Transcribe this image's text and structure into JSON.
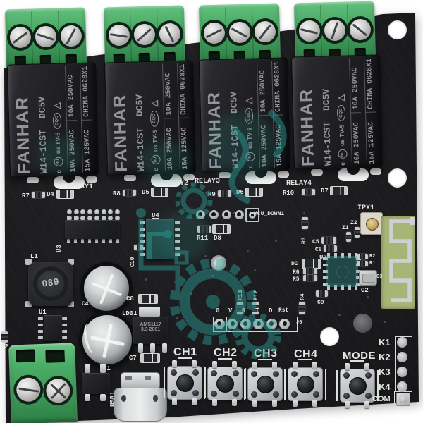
{
  "colors": {
    "background": "#ffffff",
    "pcb": "#1a1a1d",
    "silkscreen": "#e8e8e6",
    "terminal_green": "#42a45e",
    "relay_black": "#1f1f23",
    "relay_text_gray": "#97979c",
    "button_metal": "#c6c8ca",
    "antenna_pcb_green": "#a9b477",
    "watermark_teal": "#2aa198",
    "solder_silver": "#c2c5c7",
    "ipx_gold": "#c6a75e"
  },
  "relay_channels": [
    {
      "relay_label": "RELAY1",
      "resistor_ref": "R7",
      "diode_ref": "D4"
    },
    {
      "relay_label": "RELAY2",
      "resistor_ref": "R8",
      "diode_ref": "D5"
    },
    {
      "relay_label": "RELAY3",
      "resistor_ref": "R9",
      "diode_ref": "D6"
    },
    {
      "relay_label": "RELAY4",
      "resistor_ref": "R10",
      "diode_ref": "D7"
    }
  ],
  "relay_print": {
    "brand": "FANHAR",
    "model": "W14-1CST",
    "coil": "DC5V",
    "cert_prefix": "c",
    "ul_mark": "RU",
    "cert_text": "us TV-5",
    "cqc_mark": "CQC",
    "tri_mark": "△",
    "rating_row1_left": "10A 250VAC",
    "rating_row1_right": "10A 250VAC",
    "rating_row2_left": "15A 125VAC",
    "rating_row2_right": "CHINA 0628X1"
  },
  "buttons": [
    {
      "label": "CH1"
    },
    {
      "label": "CH2"
    },
    {
      "label": "CH3"
    },
    {
      "label": "CH4"
    },
    {
      "label": "MODE"
    }
  ],
  "uart_header": {
    "ref": "J6",
    "pins": [
      "G",
      "V",
      "R",
      "T",
      "D",
      "Rst"
    ]
  },
  "output_pads": [
    "K1",
    "K2",
    "K3",
    "K4",
    "COM"
  ],
  "regulator": {
    "ref": "LD01",
    "line1": "AMS1117",
    "line2": "3.3  2001"
  },
  "inductor_marking": "089",
  "refs": {
    "u1": "U1",
    "u2": "U2",
    "u3": "U3",
    "u4": "U4",
    "c2": "C2",
    "c3": "C3",
    "c4": "C4",
    "c5": "C5",
    "c6": "C6",
    "c7": "C7",
    "c8": "C8",
    "c9": "C9",
    "c10": "C10",
    "r1": "R1",
    "r2": "R2",
    "r3": "R3",
    "r4": "R4",
    "r5": "R5",
    "r6": "R6",
    "r11": "R11",
    "r12": "R12",
    "r13": "R13",
    "d1": "D1",
    "d2": "D2",
    "d3": "D3",
    "d8": "D8",
    "z1": "Z1",
    "z2": "Z2",
    "l1": "L1",
    "j1": "J1",
    "usb": "USB1",
    "ipx": "IPX1",
    "mcu_down": "MCU_DOWN1"
  }
}
